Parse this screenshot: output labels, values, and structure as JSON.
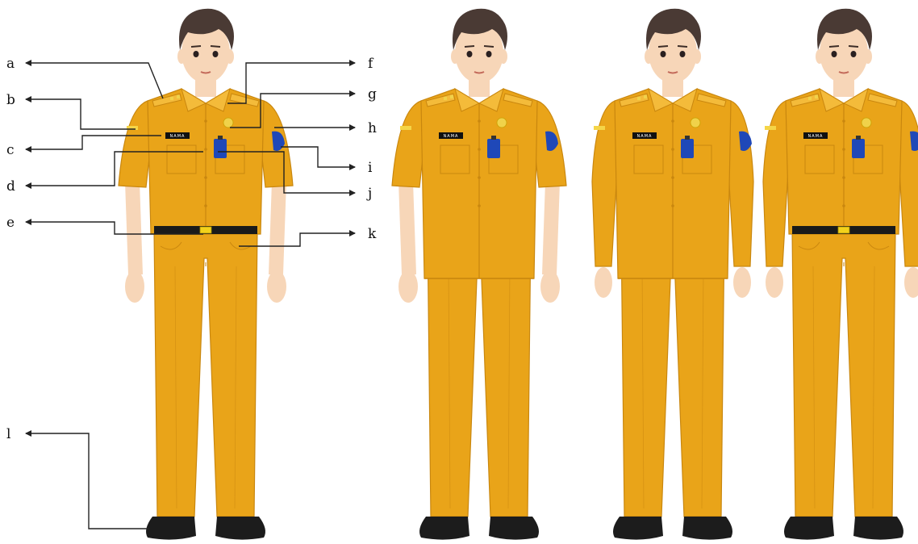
{
  "colors": {
    "uniform": "#e9a419",
    "uniform_shade": "#c9870f",
    "uniform_highlight": "#f4bb3a",
    "skin": "#f7d6b8",
    "hair": "#4a3a34",
    "shoe": "#1c1c1c",
    "belt": "#1a1a1a",
    "buckle": "#f2d21b",
    "id_card": "#1f48b8",
    "shoulder_badge": "#1f48b8",
    "nametag": "#111111",
    "emblem": "#f0d24a",
    "line": "#222222"
  },
  "icons": [
    "arrow-left-icon",
    "arrow-right-icon"
  ],
  "nametag_text": "NAMA",
  "callouts": {
    "a": "a",
    "b": "b",
    "c": "c",
    "d": "d",
    "e": "e",
    "f": "f",
    "g": "g",
    "h": "h",
    "i": "i",
    "j": "j",
    "k": "k",
    "l": "l"
  }
}
